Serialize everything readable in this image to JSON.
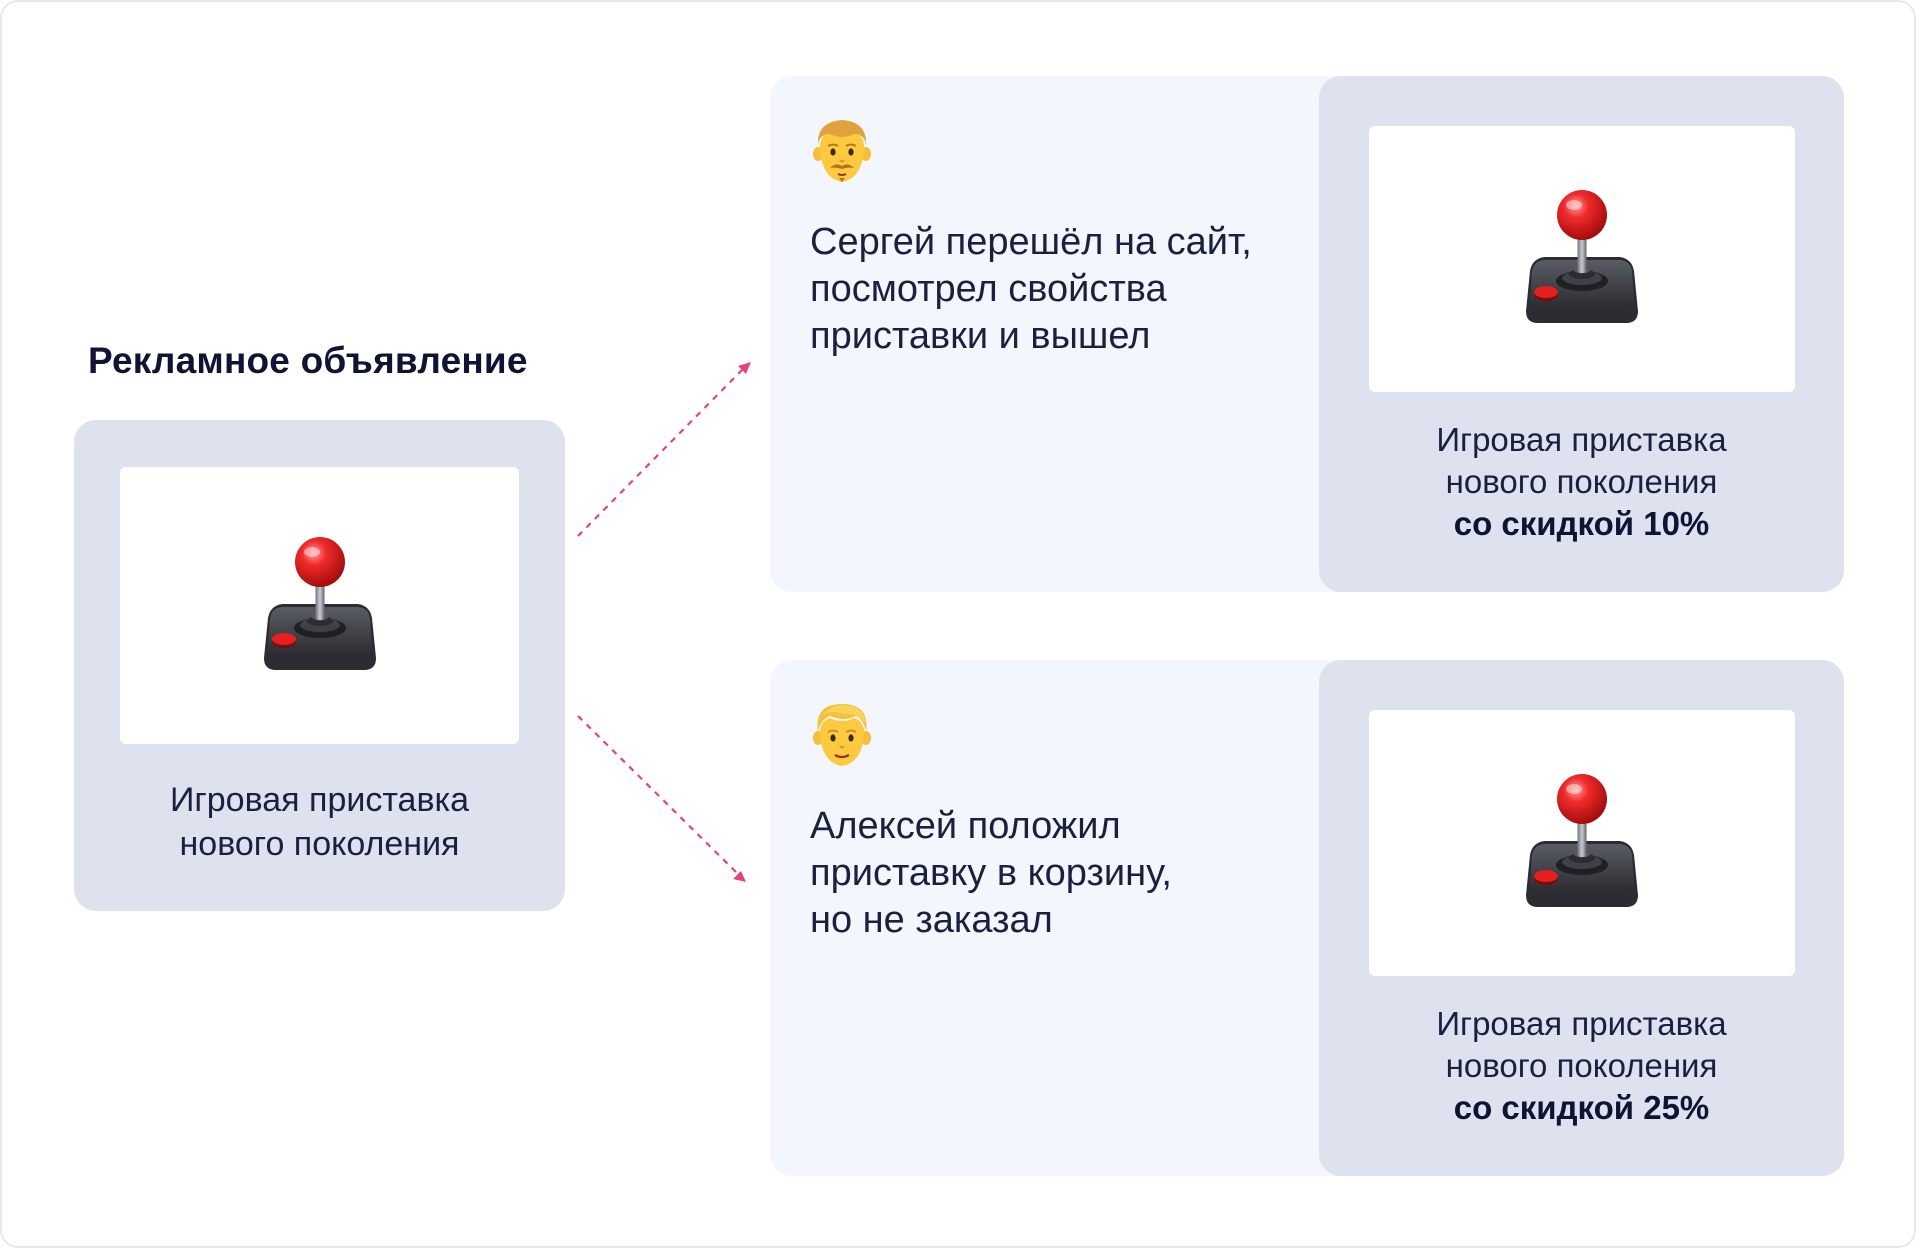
{
  "ad": {
    "title": "Рекламное объявление",
    "product_line1": "Игровая приставка",
    "product_line2": "нового поколения",
    "image_icon": "joystick-icon"
  },
  "scenarios": [
    {
      "avatar_icon": "man-face-mustache-icon",
      "desc_lines": [
        "Сергей перешёл на сайт,",
        "посмотрел свойства",
        "приставки и вышел"
      ],
      "offer": {
        "image_icon": "joystick-icon",
        "line1": "Игровая приставка",
        "line2": "нового поколения",
        "discount": "со скидкой 10%"
      }
    },
    {
      "avatar_icon": "blond-man-face-icon",
      "desc_lines": [
        "Алексей положил",
        "приставку в корзину,",
        "но не заказал"
      ],
      "offer": {
        "image_icon": "joystick-icon",
        "line1": "Игровая приставка",
        "line2": "нового поколения",
        "discount": "со скидкой 25%"
      }
    }
  ],
  "colors": {
    "card_bg": "#dde2ee",
    "scenario_bg": "#f3f7fd",
    "arrow": "#e0457f",
    "text_dark": "#0f1435"
  }
}
